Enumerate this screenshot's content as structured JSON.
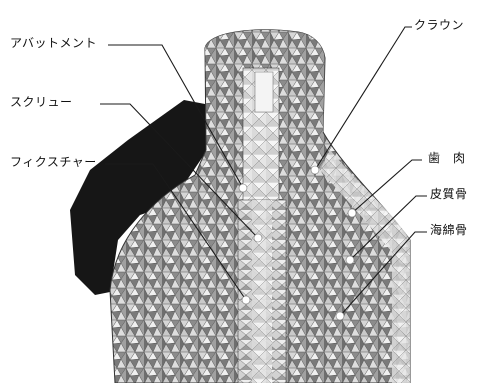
{
  "labels": {
    "abutment": "アバットメント",
    "screw": "スクリュー",
    "fixture": "フィクスチャー",
    "crown": "クラウン",
    "gingiva": "歯　肉",
    "cortical_bone": "皮質骨",
    "cancellous_bone": "海綿骨"
  },
  "colors": {
    "line": "#1a1a1a",
    "shadow": "#161616",
    "mesh_light": "#e8e8e8",
    "mesh_mid": "#9a9a9a",
    "mesh_dark": "#4a4a4a",
    "marker": "#ffffff"
  }
}
